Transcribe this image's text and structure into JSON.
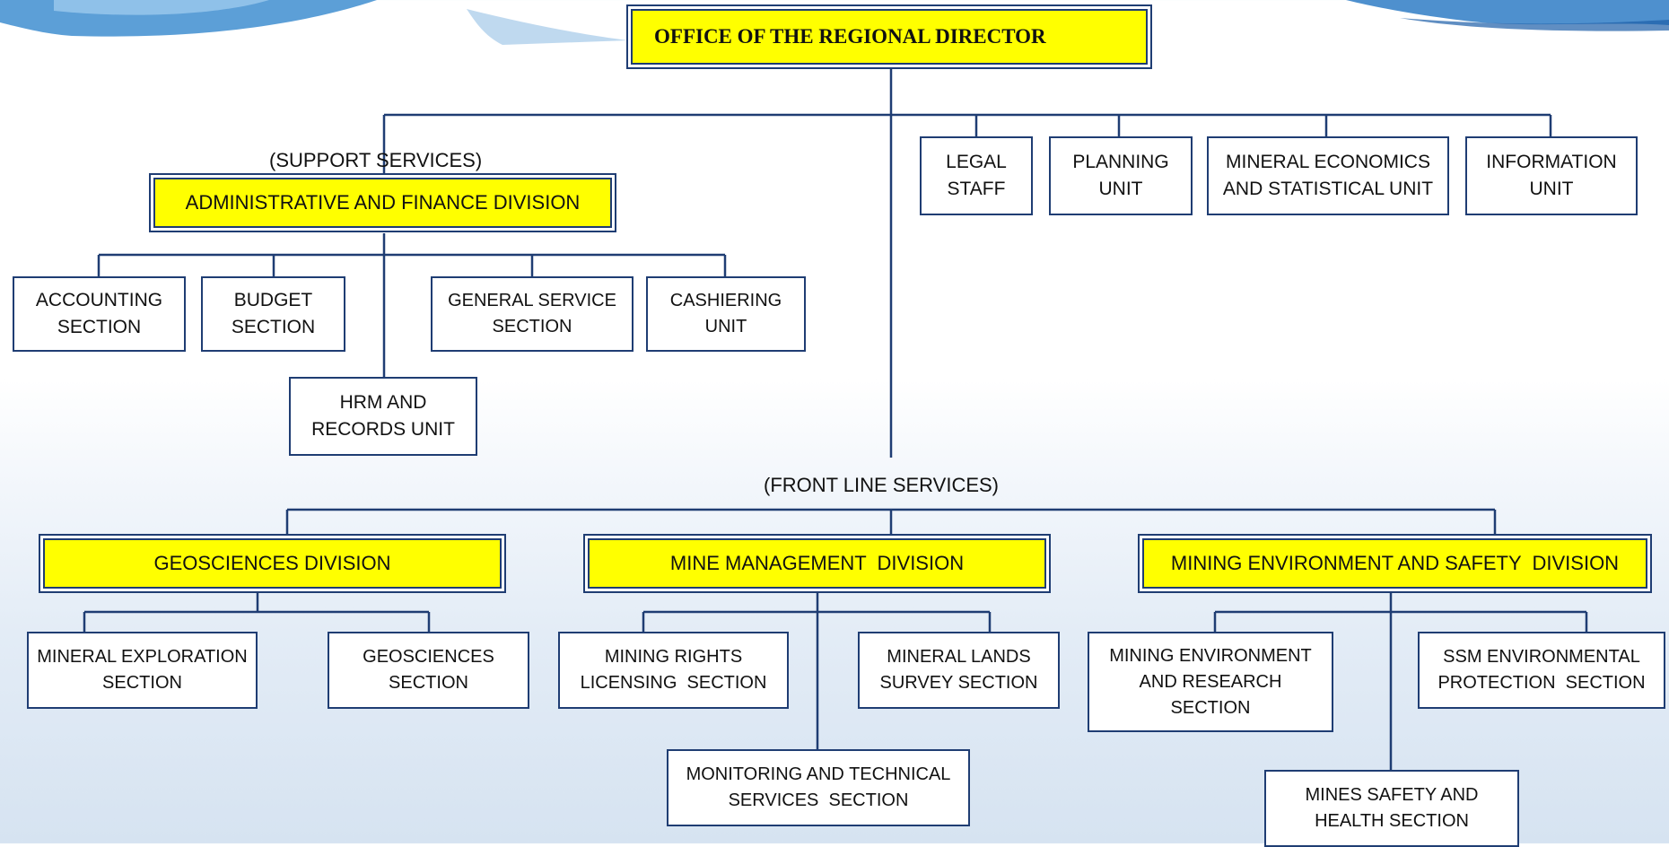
{
  "colors": {
    "line": "#1f3d73",
    "division_fill": "#ffff00",
    "box_fill": "#ffffff"
  },
  "director": "OFFICE OF THE REGIONAL DIRECTOR",
  "staff_units": [
    {
      "line1": "LEGAL",
      "line2": "STAFF"
    },
    {
      "line1": "PLANNING",
      "line2": "UNIT"
    },
    {
      "line1": "MINERAL ECONOMICS",
      "line2": "AND STATISTICAL UNIT"
    },
    {
      "line1": "INFORMATION",
      "line2": "UNIT"
    }
  ],
  "support": {
    "group_label": "(SUPPORT SERVICES)",
    "division": "ADMINISTRATIVE AND FINANCE DIVISION",
    "units": [
      {
        "line1": "ACCOUNTING",
        "line2": "SECTION"
      },
      {
        "line1": "BUDGET",
        "line2": "SECTION"
      },
      {
        "line1": "GENERAL SERVICE",
        "line2": "SECTION"
      },
      {
        "line1": "CASHIERING",
        "line2": "UNIT"
      },
      {
        "line1": "HRM AND",
        "line2": "RECORDS UNIT"
      }
    ]
  },
  "front_line": {
    "group_label": "(FRONT LINE  SERVICES)",
    "divisions": [
      {
        "name": "GEOSCIENCES DIVISION",
        "units": [
          {
            "line1": "MINERAL EXPLORATION",
            "line2": "SECTION"
          },
          {
            "line1": "GEOSCIENCES",
            "line2": "SECTION"
          }
        ]
      },
      {
        "name": "MINE MANAGEMENT  DIVISION",
        "units": [
          {
            "line1": "MINING RIGHTS",
            "line2": "LICENSING  SECTION"
          },
          {
            "line1": "MINERAL LANDS",
            "line2": "SURVEY SECTION"
          },
          {
            "line1": "MONITORING AND TECHNICAL",
            "line2": "SERVICES  SECTION"
          }
        ]
      },
      {
        "name": "MINING ENVIRONMENT AND SAFETY  DIVISION",
        "units": [
          {
            "line1": "MINING ENVIRONMENT",
            "line2": "AND RESEARCH",
            "line3": "SECTION"
          },
          {
            "line1": "SSM ENVIRONMENTAL",
            "line2": "PROTECTION  SECTION"
          },
          {
            "line1": "MINES SAFETY AND",
            "line2": "HEALTH SECTION"
          }
        ]
      }
    ]
  }
}
